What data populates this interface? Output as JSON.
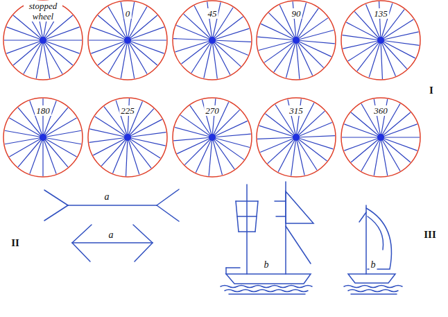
{
  "diagram": {
    "nodes": [
      {
        "text": [
          "stopped wheel"
        ]
      },
      {
        "text": [
          "0"
        ]
      },
      {
        "text": [
          "45"
        ]
      },
      {
        "text": [
          "90"
        ]
      },
      {
        "text": [
          "135"
        ]
      },
      {
        "text": [
          "180"
        ]
      },
      {
        "text": [
          "225"
        ]
      },
      {
        "text": [
          "270"
        ]
      },
      {
        "text": [
          "315"
        ]
      },
      {
        "text": [
          "360"
        ]
      }
    ],
    "labels": [
      "I",
      "II",
      "III",
      "a",
      "a",
      "b",
      "b"
    ]
  }
}
